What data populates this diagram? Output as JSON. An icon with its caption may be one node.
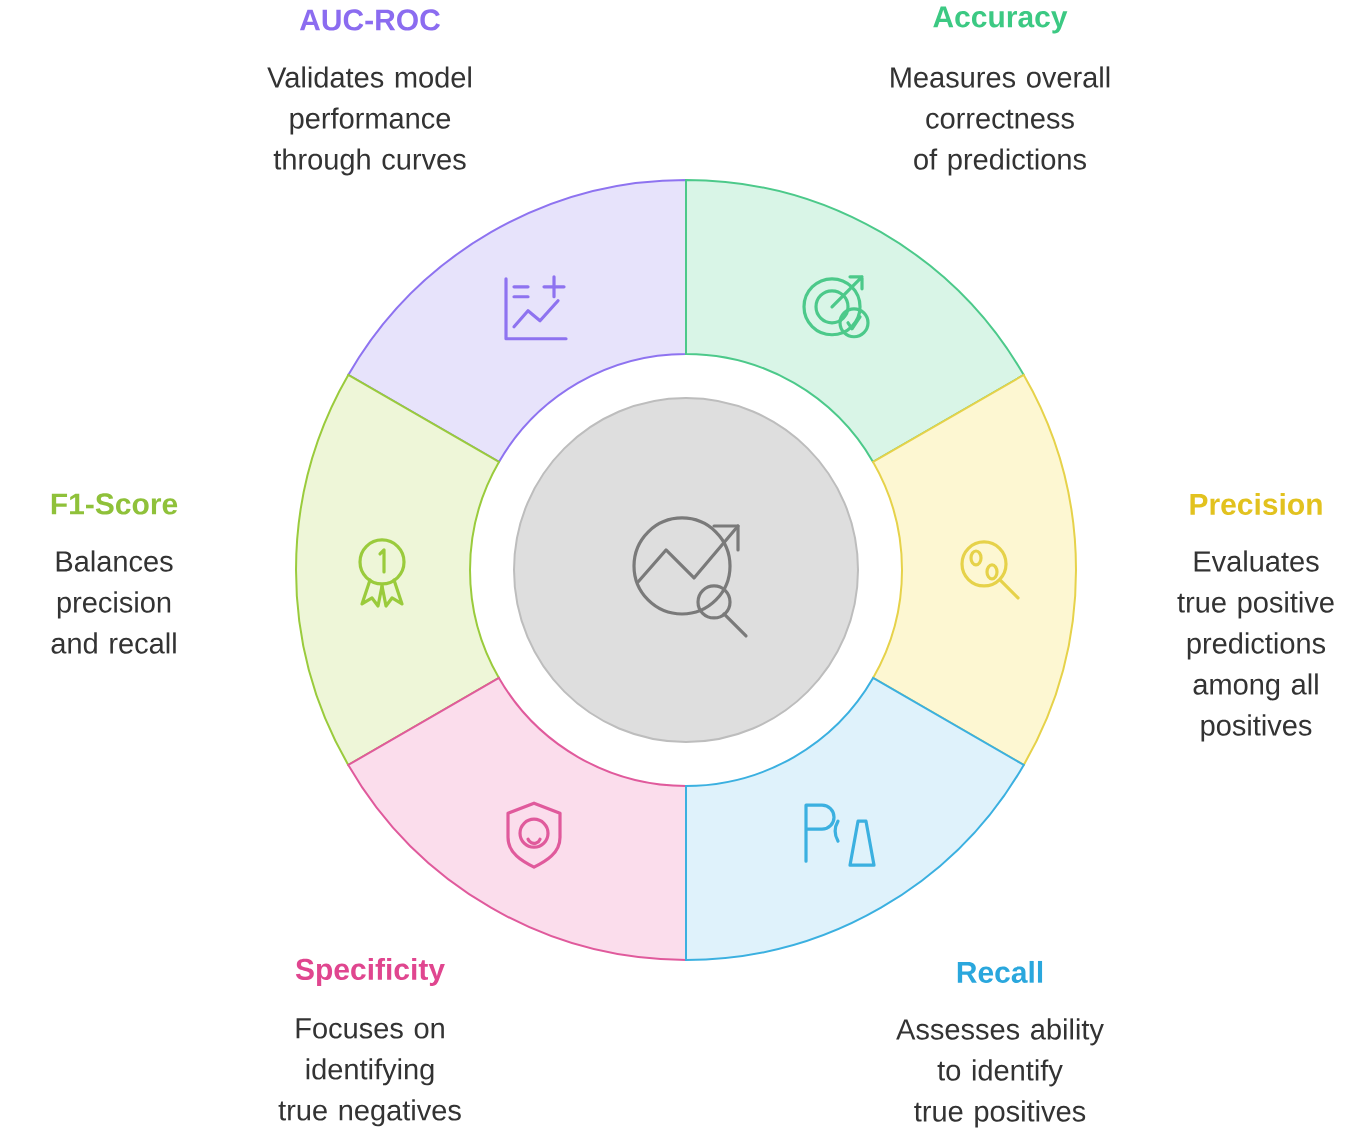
{
  "diagram": {
    "nodes": [
      {
        "text": [
          "AUC-ROC",
          "Validates model performance through curves"
        ]
      },
      {
        "text": [
          "Accuracy",
          "Measures overall correctness of predictions"
        ]
      },
      {
        "text": [
          "F1-Score",
          "Balances precision and recall"
        ]
      },
      {
        "text": [],
        "shape": "circle"
      },
      {
        "text": [
          "Precision",
          "Evaluates true positive predictions among all positives"
        ]
      },
      {
        "text": [
          "Specificity",
          "Focuses on identifying true negatives"
        ]
      },
      {
        "text": [
          "Recall",
          "Assesses ability to identify true positives"
        ]
      }
    ]
  }
}
